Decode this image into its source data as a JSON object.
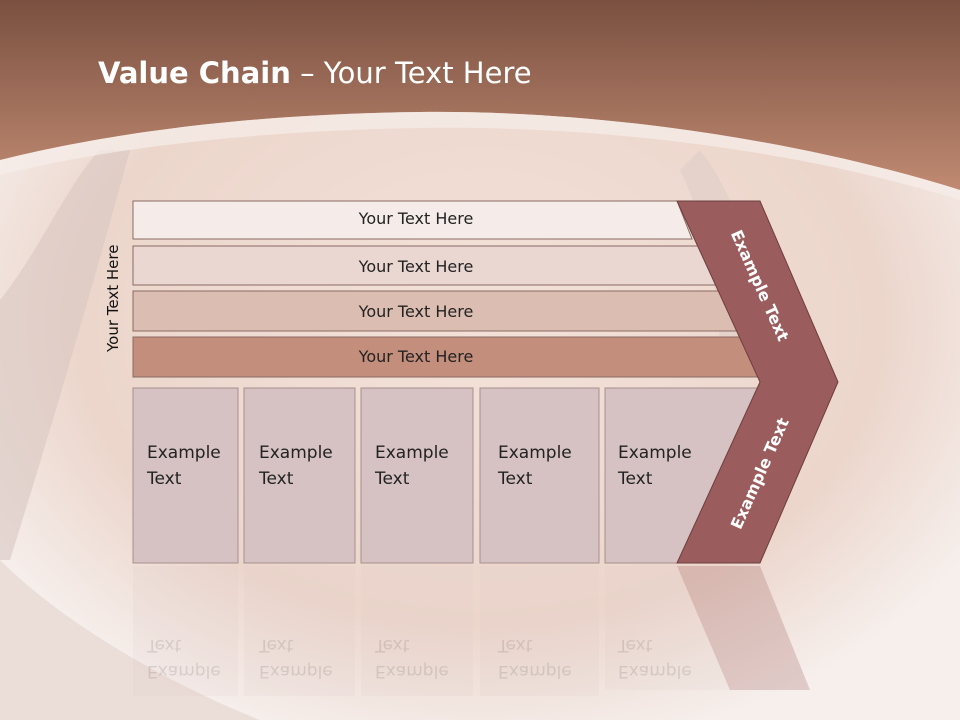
{
  "slide": {
    "title_bold": "Value Chain",
    "title_rest": " – Your Text Here",
    "vertical_label": "Your Text Here"
  },
  "rows": [
    {
      "label": "Your Text Here",
      "color": "#f5ece9"
    },
    {
      "label": "Your Text Here",
      "color": "#ead7d1"
    },
    {
      "label": "Your Text Here",
      "color": "#dcbdb2"
    },
    {
      "label": "Your Text Here",
      "color": "#c48e7c"
    }
  ],
  "boxes": [
    {
      "line1": "Example",
      "line2": "Text"
    },
    {
      "line1": "Example",
      "line2": "Text"
    },
    {
      "line1": "Example",
      "line2": "Text"
    },
    {
      "line1": "Example",
      "line2": "Text"
    },
    {
      "line1": "Example",
      "line2": "Text"
    }
  ],
  "chevron": {
    "upper_text": "Example Text",
    "lower_text": "Example Text",
    "color": "#9a5c5c"
  },
  "colors": {
    "header": "#b47a64",
    "box_fill": "#d6c2c2"
  }
}
